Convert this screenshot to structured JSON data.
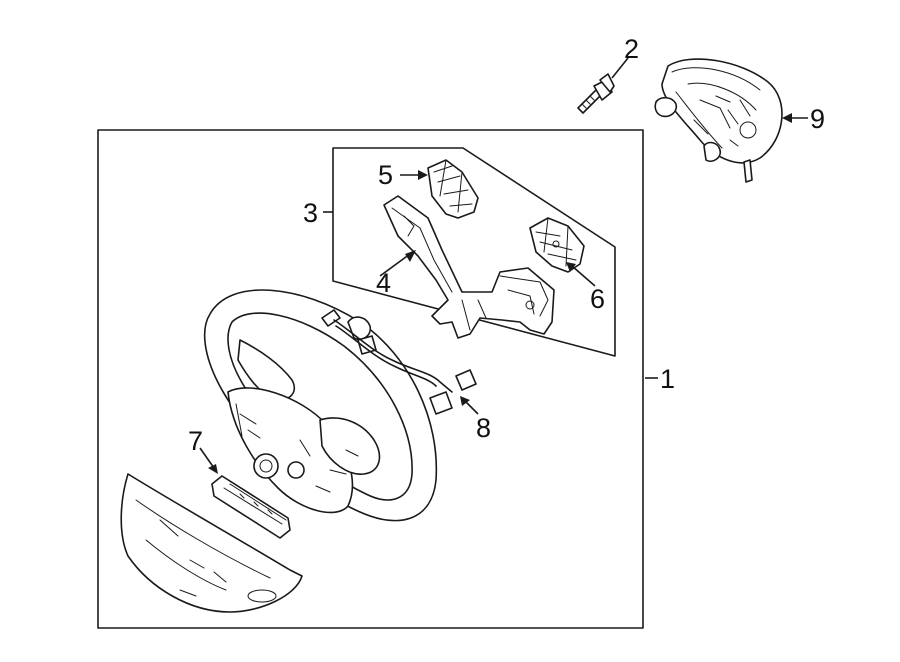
{
  "callouts": [
    {
      "id": "c1",
      "text": "1"
    },
    {
      "id": "c2",
      "text": "2"
    },
    {
      "id": "c3",
      "text": "3"
    },
    {
      "id": "c4",
      "text": "4"
    },
    {
      "id": "c5",
      "text": "5"
    },
    {
      "id": "c6",
      "text": "6"
    },
    {
      "id": "c7",
      "text": "7"
    },
    {
      "id": "c8",
      "text": "8"
    },
    {
      "id": "c9",
      "text": "9"
    }
  ],
  "parts": {
    "c1": "steering-wheel-assembly",
    "c2": "bolt",
    "c3": "switch-assembly-group",
    "c4": "switch-bracket",
    "c5": "left-switch",
    "c6": "right-switch",
    "c7": "trim-switch",
    "c8": "wiring-harness",
    "c9": "air-bag-module"
  },
  "colors": {
    "line": "#1a1a1a",
    "background": "#ffffff"
  }
}
